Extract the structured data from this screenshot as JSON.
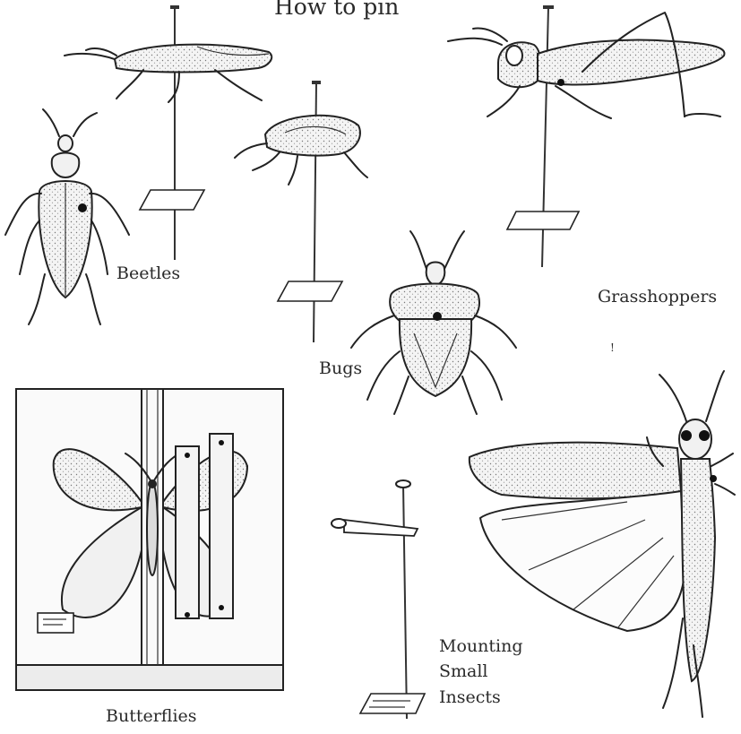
{
  "title": "How to pin",
  "labels": {
    "beetles": "Beetles",
    "bugs": "Bugs",
    "grasshoppers": "Grasshoppers",
    "butterflies": "Butterflies",
    "mounting": [
      "Mounting",
      "Small",
      "Insects"
    ]
  },
  "stray_mark": "!"
}
